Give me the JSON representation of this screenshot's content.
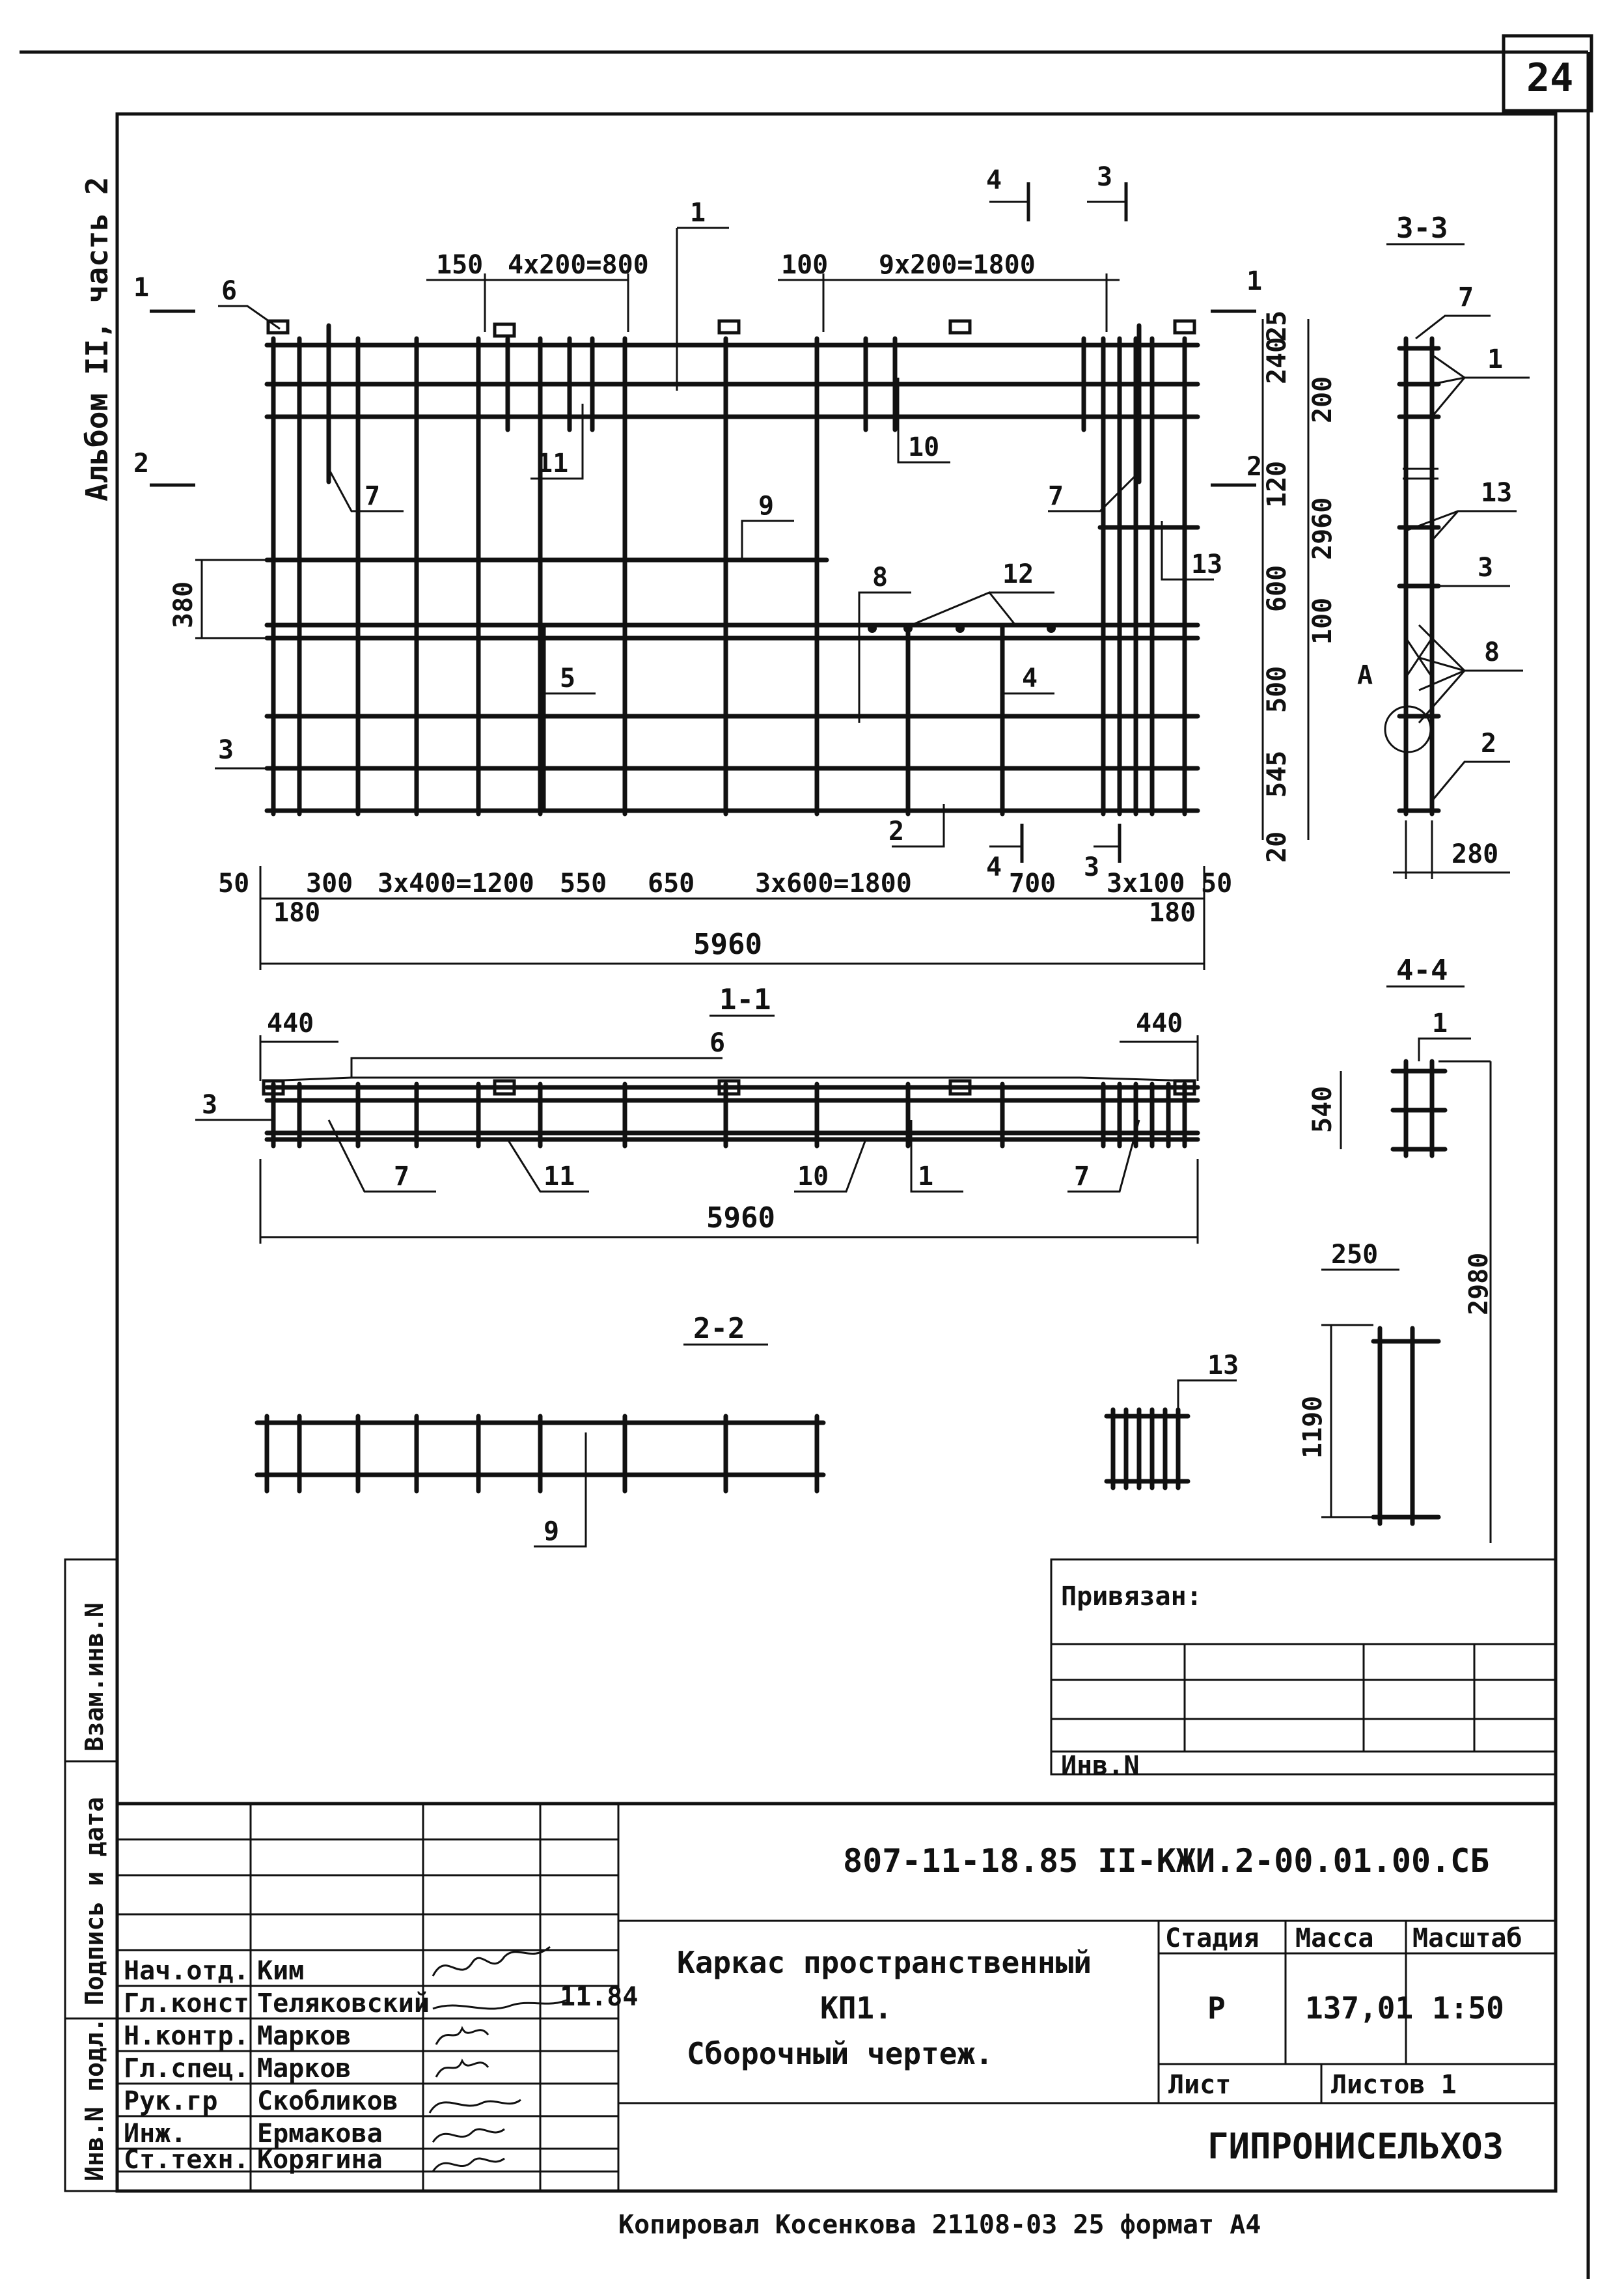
{
  "sheet": {
    "page_number": "24"
  },
  "side": {
    "album": "Альбом II, часть 2",
    "vzam": "Взам.инв.N",
    "podpis": "Подпись и дата",
    "inv": "Инв.N подл."
  },
  "callouts": {
    "c1": "1",
    "c2": "2",
    "c3": "3",
    "c4": "4",
    "c5": "5",
    "c6": "6",
    "c7": "7",
    "c8": "8",
    "c9": "9",
    "c10": "10",
    "c11": "11",
    "c12": "12",
    "c13": "13",
    "cA": "A"
  },
  "sections": {
    "s1": "1-1",
    "s2": "2-2",
    "s3": "3-3",
    "s4": "4-4",
    "m1": "1",
    "m2": "2",
    "m3": "3",
    "m4": "4"
  },
  "dims": {
    "top_left_a": "150",
    "top_left_b": "4x200=800",
    "top_mid": "100",
    "top_right": "9x200=1800",
    "r25": "25",
    "r240": "240",
    "r200": "200",
    "r120": "120",
    "r2960": "2960",
    "r600": "600",
    "r100": "100",
    "r500": "500",
    "r545": "545",
    "r20": "20",
    "l380": "380",
    "b50a": "50",
    "b300": "300",
    "b1200": "3x400=1200",
    "b550": "550",
    "b650": "650",
    "b1800": "3x600=1800",
    "b700": "700",
    "b3x100": "3x100",
    "b50b": "50",
    "b180a": "180",
    "b180b": "180",
    "b5960": "5960",
    "s440a": "440",
    "s440b": "440",
    "s5960": "5960",
    "w280": "280",
    "h540": "540",
    "h2980": "2980",
    "w250": "250",
    "h1190": "1190"
  },
  "stamp": {
    "privyazan": "Привязан:",
    "inv_n": "Инв.N",
    "code": "807-11-18.85 II-КЖИ.2-00.01.00.СБ",
    "title1": "Каркас пространственный",
    "title2": "КП1.",
    "title3": "Сборочный чертеж.",
    "stage_label": "Стадия",
    "mass_label": "Масса",
    "scale_label": "Масштаб",
    "stage": "Р",
    "mass": "137,01",
    "scale": "1:50",
    "sheet_label": "Лист",
    "sheets_label": "Листов 1",
    "org": "ГИПРОНИСЕЛЬХОЗ",
    "roles": [
      {
        "role": "Нач.отд.",
        "name": "Ким"
      },
      {
        "role": "Гл.конст",
        "name": "Теляковский"
      },
      {
        "role": "Н.контр.",
        "name": "Марков"
      },
      {
        "role": "Гл.спец.",
        "name": "Марков"
      },
      {
        "role": "Рук.гр",
        "name": "Скобликов"
      },
      {
        "role": "Инж.",
        "name": "Ермакова"
      },
      {
        "role": "Ст.техн.",
        "name": "Корягина"
      }
    ],
    "date_note": "11.84"
  },
  "footer": {
    "text": "Копировал   Косенкова 21108-03 25 формат А4"
  }
}
